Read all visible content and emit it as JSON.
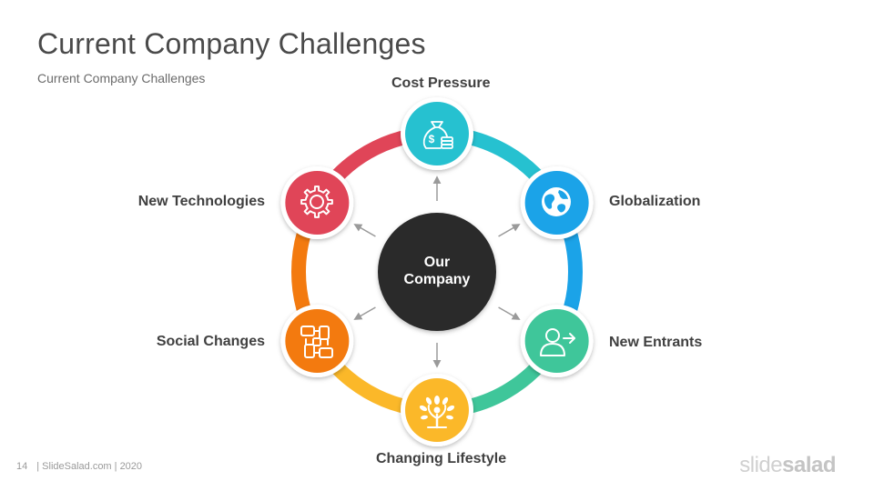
{
  "slide": {
    "title": "Current Company Challenges",
    "subtitle": "Current Company Challenges",
    "page_number": "14",
    "footer_text": "| SlideSalad.com | 2020",
    "brand_light": "slide",
    "brand_bold": "salad"
  },
  "center": {
    "line1": "Our",
    "line2": "Company",
    "color": "#2b2b2b"
  },
  "nodes": [
    {
      "label": "Cost Pressure",
      "icon": "money-bag-icon",
      "color": "#26c1d0"
    },
    {
      "label": "Globalization",
      "icon": "globe-icon",
      "color": "#1ba3e8"
    },
    {
      "label": "New Entrants",
      "icon": "user-enter-icon",
      "color": "#3fc69a"
    },
    {
      "label": "Changing Lifestyle",
      "icon": "growing-tree-icon",
      "color": "#fbb829"
    },
    {
      "label": "Social Changes",
      "icon": "linked-hands-icon",
      "color": "#f37a0f"
    },
    {
      "label": "New Technologies",
      "icon": "gear-icon",
      "color": "#e04558"
    }
  ]
}
